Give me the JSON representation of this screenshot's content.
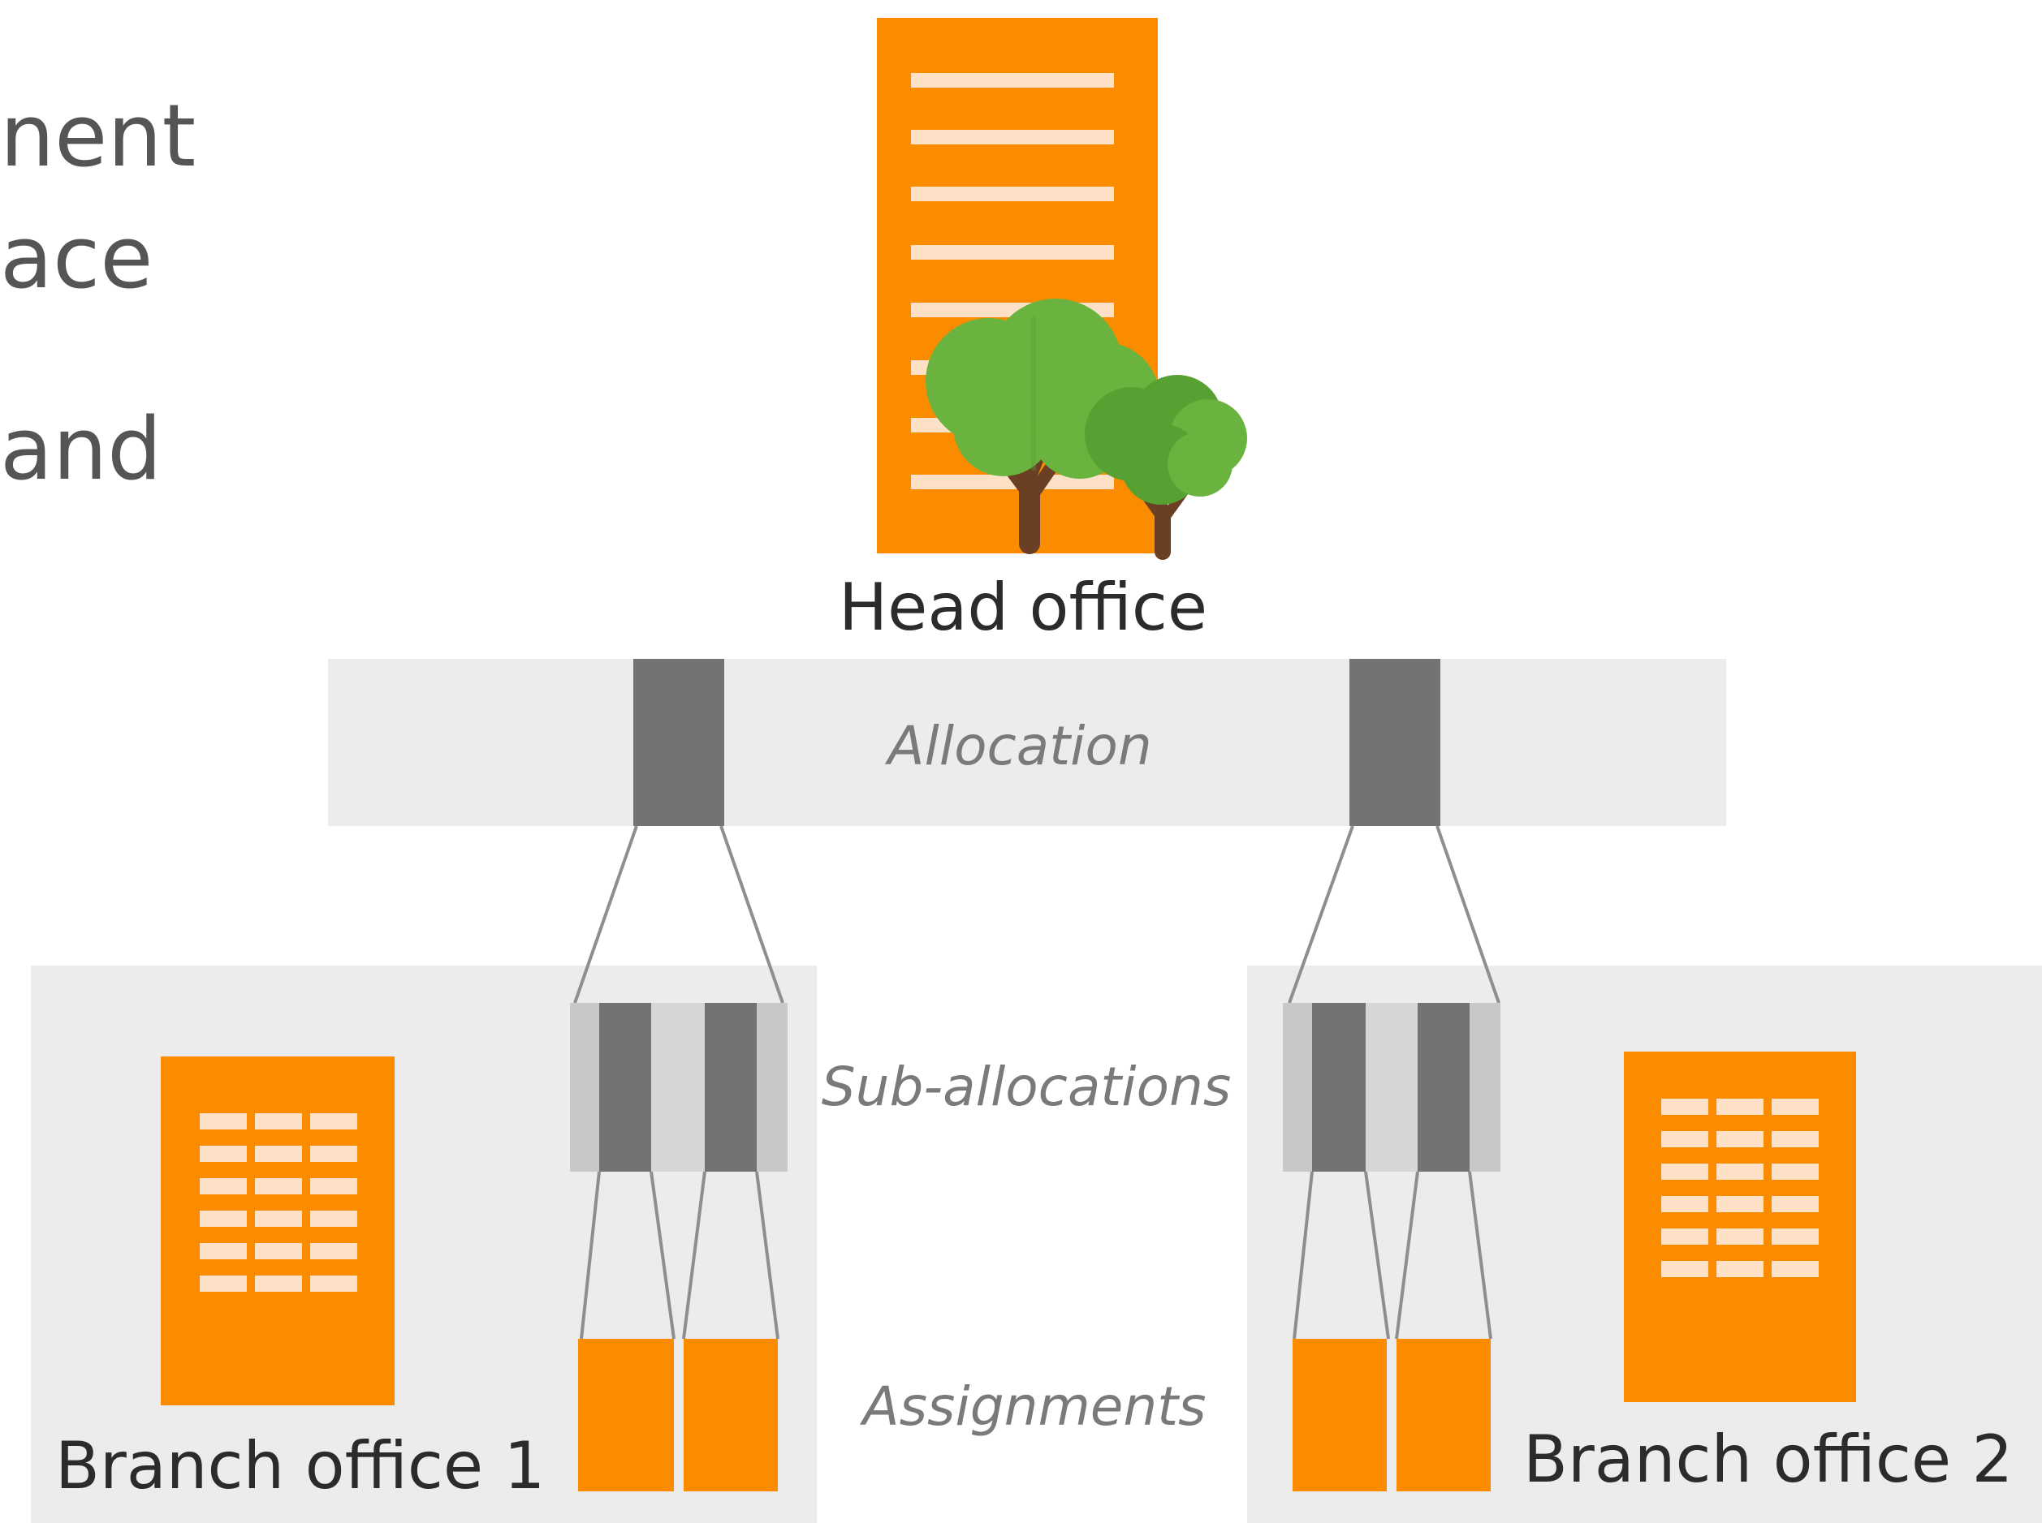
{
  "colors": {
    "orange": "#fb8c00",
    "window": "#fde1c6",
    "panel": "#ececec",
    "dark_block": "#737373",
    "light_block": "#c8c8c8",
    "mid_block": "#d6d6d6",
    "connector": "#8e8e8e",
    "tree_light": "#6ab33e",
    "tree_dark": "#57a032",
    "trunk": "#6b3f24"
  },
  "cutoff_text": {
    "line1": "nent",
    "line2": "ace",
    "line3": "and"
  },
  "head_office": {
    "label": "Head office",
    "icon": "office-tower-with-trees"
  },
  "stages": {
    "allocation": "Allocation",
    "sub_allocations": "Sub-allocations",
    "assignments": "Assignments"
  },
  "branches": {
    "left": {
      "label": "Branch office 1",
      "icon": "branch-building-icon"
    },
    "right": {
      "label": "Branch office 2",
      "icon": "branch-building-icon"
    }
  }
}
